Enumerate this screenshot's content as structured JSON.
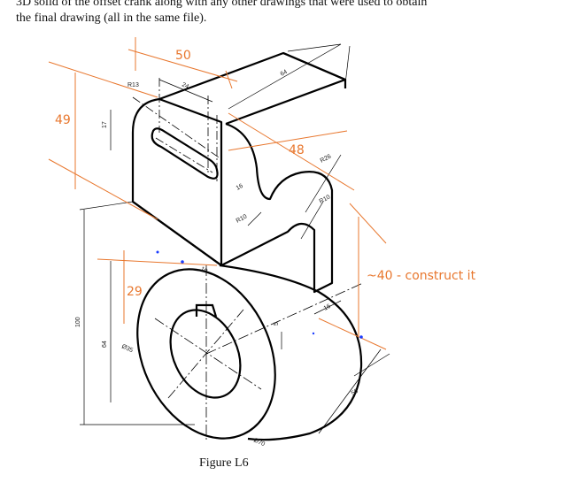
{
  "document": {
    "line1": "3D solid of the offset crank along with any other drawings that were used to obtain",
    "line2": "the final drawing (all in the same file)."
  },
  "figure": {
    "caption": "Figure L6",
    "dims": {
      "d64_top": "64",
      "d24": "24",
      "r13": "R13",
      "d17": "17",
      "d16_slot": "16",
      "r10_a": "R10",
      "r26": "R26",
      "r10_b": "R10",
      "d16_bottom": "16",
      "d10": "10",
      "d5": "5",
      "d100": "100",
      "d64_left": "64",
      "phi35": "Ø35",
      "phi70": "Ø70",
      "d50": "50"
    }
  },
  "annotations": {
    "color": "#E8772E",
    "a50": "50",
    "a49": "49",
    "a48": "48",
    "a29": "29",
    "a40": "~40 - construct it"
  }
}
